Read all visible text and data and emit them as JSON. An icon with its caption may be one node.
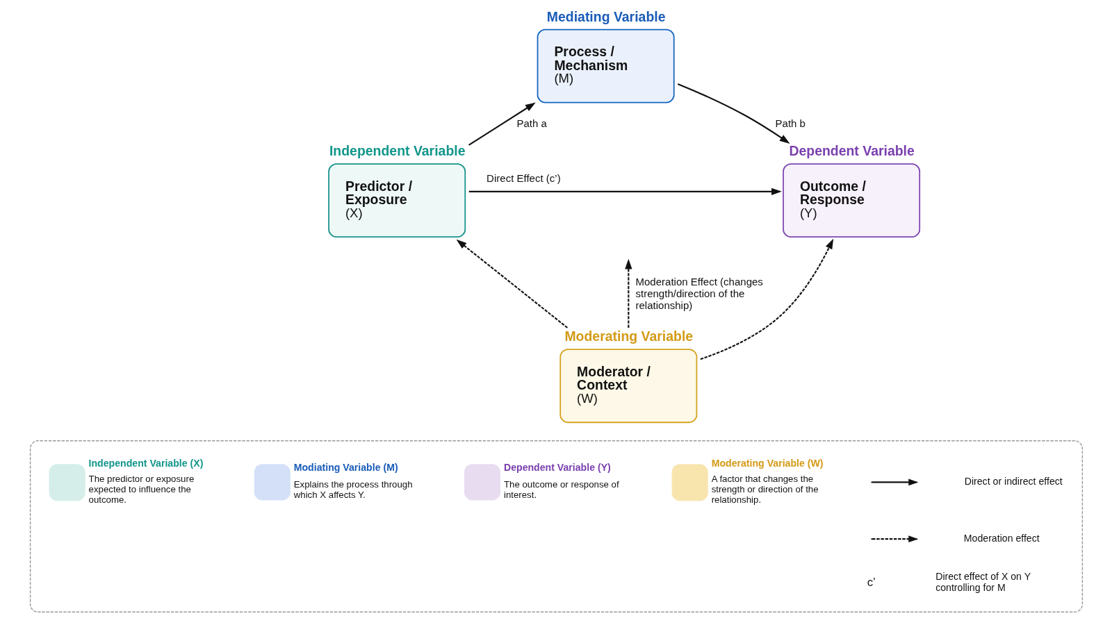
{
  "diagram": {
    "nodes": [
      {
        "text": [
          "Mediating Variable",
          "Process / Mechanism",
          "(M)"
        ]
      },
      {
        "text": [
          "Independent Variable",
          "Predictor / Exposure",
          "(X)"
        ]
      },
      {
        "text": [
          "Dependent Variable",
          "Outcome / Response",
          "(Y)"
        ]
      },
      {
        "text": [
          "Moderating Variable",
          "Moderator / Context",
          "(W)"
        ]
      },
      {
        "text": [],
        "shape": "box"
      }
    ],
    "edges": [
      {
        "from": 1,
        "to": 0,
        "arrow": "to",
        "label": "Path a"
      },
      {
        "from": 0,
        "to": 2,
        "arrow": "to",
        "label": "Path b"
      },
      {
        "from": 1,
        "to": 2,
        "arrow": "to",
        "label": "Direct Effect (c’)"
      },
      {
        "from": 3,
        "to": null,
        "arrow": "to",
        "style": "dashed",
        "label": "Moderation Effect (changes strength/direction of the relationship)"
      },
      {
        "from": 3,
        "to": 1,
        "arrow": "to",
        "style": "dashed"
      },
      {
        "from": 3,
        "to": 2,
        "arrow": "to",
        "style": "dashed"
      }
    ],
    "labels": [
      "The predictor or exposure expected to influence the outcome.",
      "Explains the process through which X affects Y.",
      "The outcome or response of interest.",
      "A factor that changes the strength or direction of the relationship.",
      "c’"
    ],
    "legend": [
      {
        "text": "Independent Variable (X)",
        "color": "#d5eee9"
      },
      {
        "text": "Modiating Variable (M)",
        "color": "#d3e0f7"
      },
      {
        "text": "Dependent Variable (Y)",
        "color": "#e8dcf1"
      },
      {
        "text": "Moderating Variable (W)",
        "color": "#f8e5ae"
      },
      {
        "text": "Direct or indirect effect"
      },
      {
        "text": "Moderation effect"
      },
      {
        "text": "Direct effect of X on Y controlling for M"
      }
    ]
  }
}
